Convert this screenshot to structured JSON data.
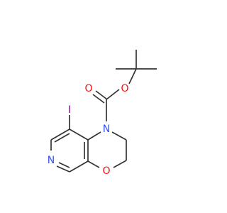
{
  "molecule": {
    "atoms": {
      "iodine": {
        "label": "I",
        "color": "#940094"
      },
      "ring_nitrogen": {
        "label": "N",
        "color": "#3050F8"
      },
      "pyridine_nitrogen": {
        "label": "N",
        "color": "#3050F8"
      },
      "ring_oxygen": {
        "label": "O",
        "color": "#FF0D0D"
      },
      "carbonyl_oxygen": {
        "label": "O",
        "color": "#FF0D0D"
      },
      "ester_oxygen": {
        "label": "O",
        "color": "#FF0D0D"
      }
    },
    "bond_color": "#333333"
  }
}
